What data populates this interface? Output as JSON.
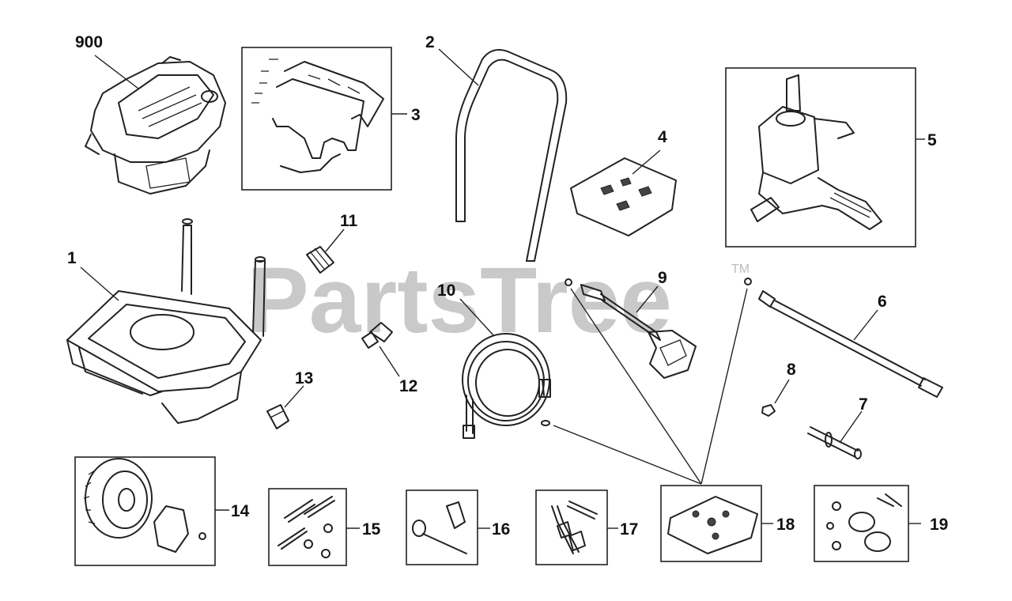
{
  "watermark": {
    "text": "PartsTree",
    "trademark": "TM"
  },
  "callouts": [
    {
      "id": "900",
      "label": "900"
    },
    {
      "id": "1",
      "label": "1"
    },
    {
      "id": "2",
      "label": "2"
    },
    {
      "id": "3",
      "label": "3"
    },
    {
      "id": "4",
      "label": "4"
    },
    {
      "id": "5",
      "label": "5"
    },
    {
      "id": "6",
      "label": "6"
    },
    {
      "id": "7",
      "label": "7"
    },
    {
      "id": "8",
      "label": "8"
    },
    {
      "id": "9",
      "label": "9"
    },
    {
      "id": "10",
      "label": "10"
    },
    {
      "id": "11",
      "label": "11"
    },
    {
      "id": "12",
      "label": "12"
    },
    {
      "id": "13",
      "label": "13"
    },
    {
      "id": "14",
      "label": "14"
    },
    {
      "id": "15",
      "label": "15"
    },
    {
      "id": "16",
      "label": "16"
    },
    {
      "id": "17",
      "label": "17"
    },
    {
      "id": "18",
      "label": "18"
    },
    {
      "id": "19",
      "label": "19"
    }
  ]
}
